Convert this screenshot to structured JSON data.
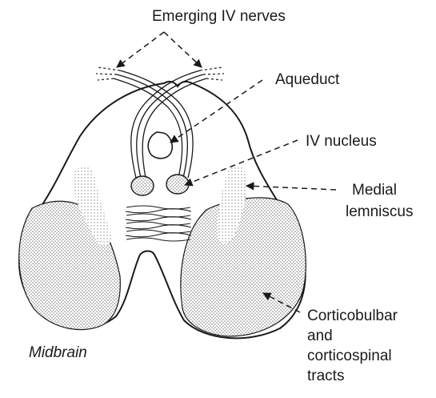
{
  "labels": {
    "emerging_nerves": "Emerging IV nerves",
    "aqueduct": "Aqueduct",
    "iv_nucleus": "IV nucleus",
    "medial_lemniscus_line1": "Medial",
    "medial_lemniscus_line2": "lemniscus",
    "tracts_line1": "Corticobulbar",
    "tracts_line2": "and",
    "tracts_line3": "corticospinal",
    "tracts_line4": "tracts",
    "caption": "Midbrain"
  },
  "colors": {
    "ink": "#1a1a1a",
    "stipple": "#c8c8c8",
    "background": "#ffffff"
  }
}
